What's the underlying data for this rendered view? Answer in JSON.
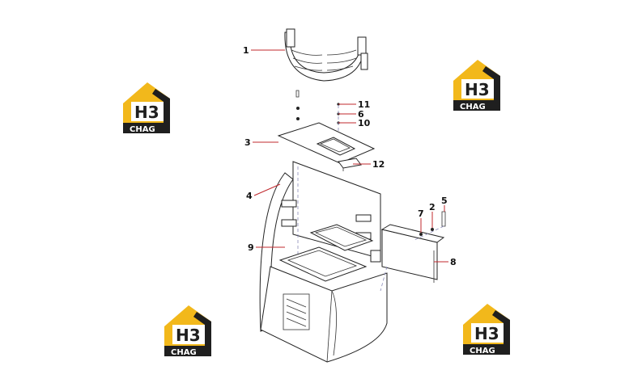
{
  "callouts": [
    {
      "label": "1"
    },
    {
      "label": "11"
    },
    {
      "label": "6"
    },
    {
      "label": "10"
    },
    {
      "label": "3"
    },
    {
      "label": "12"
    },
    {
      "label": "4"
    },
    {
      "label": "5"
    },
    {
      "label": "7"
    },
    {
      "label": "2"
    },
    {
      "label": "9"
    },
    {
      "label": "8"
    }
  ],
  "watermark": {
    "brand_letters": "H3",
    "brand_name": "CHAG",
    "colors": {
      "accent": "#f2b81b",
      "dark": "#1f1f1f",
      "white": "#ffffff"
    }
  },
  "colors": {
    "leader": "#c0282d",
    "outline": "#222222",
    "hidden_line": "#8a8ab8"
  }
}
